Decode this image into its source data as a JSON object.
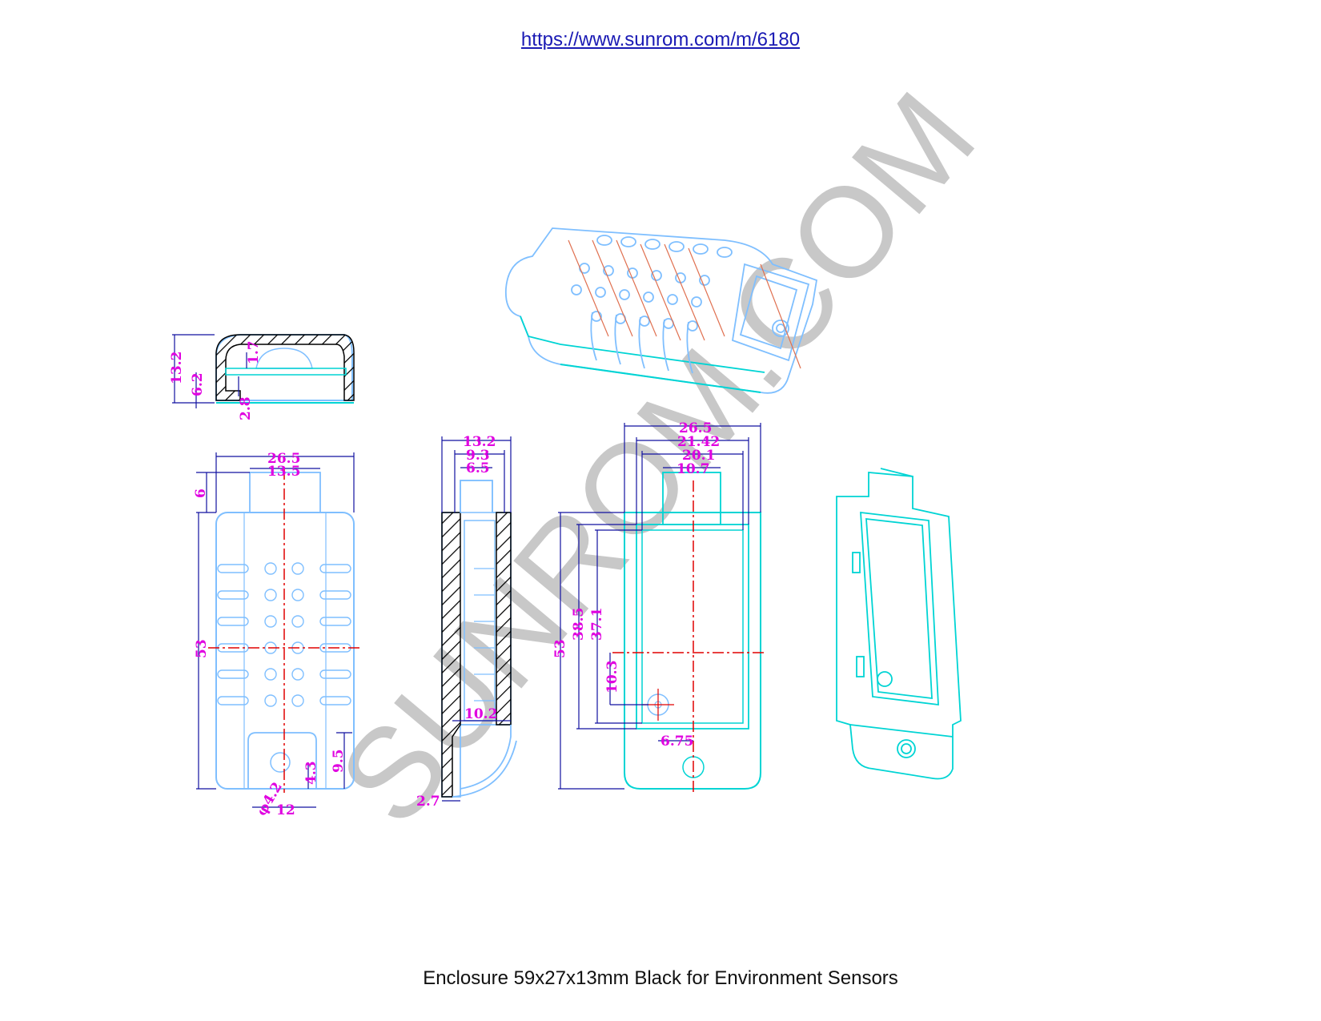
{
  "header": {
    "link_text": "https://www.sunrom.com/m/6180"
  },
  "footer": {
    "caption": "Enclosure 59x27x13mm Black for Environment Sensors"
  },
  "watermark": {
    "text": "SUNROM.COM"
  },
  "colors": {
    "outline": "#7fbfff",
    "outline_cyan": "#00d4d4",
    "dimension_line": "#1010a0",
    "dimension_text": "#e000e0",
    "center_line": "#e00000",
    "hatch": "#000000",
    "watermark": "#c8c8c8"
  },
  "dimensions": {
    "top_section": {
      "height": "13.2",
      "inner": "6.2",
      "wall": "1.7",
      "base": "2.8"
    },
    "front_view": {
      "width": "26.5",
      "tab_width": "13.5",
      "tab_height": "6",
      "height": "53",
      "slot_height": "9.5",
      "hole_offset": "4.3",
      "hole_dia": "φ4.2",
      "slot_width": "12"
    },
    "side_view": {
      "depth": "13.2",
      "inner1": "9.3",
      "inner2": "6.5",
      "cavity": "10.2",
      "wall": "2.7"
    },
    "back_view": {
      "width": "26.5",
      "inner1": "21.42",
      "inner2": "20.1",
      "tab": "10.7",
      "height": "53",
      "h1": "38.5",
      "h2": "37.1",
      "hole_y": "10.3",
      "hole_x": "6.75"
    }
  }
}
